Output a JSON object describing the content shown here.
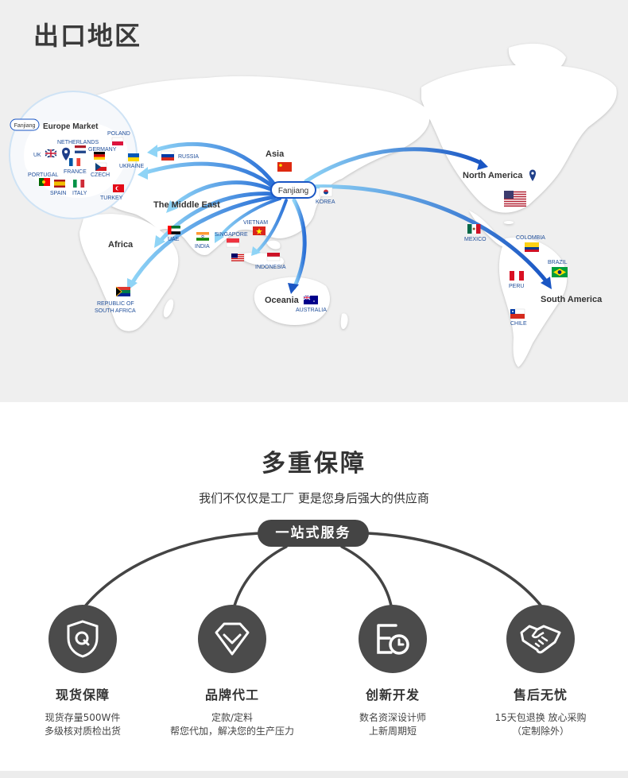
{
  "map": {
    "title": "出口地区",
    "hub": "Fanjiang",
    "europe_hub": "Fanjiang",
    "regions": {
      "europe_market": "Europe Market",
      "asia": "Asia",
      "middle_east": "The Middle East",
      "africa": "Africa",
      "oceania": "Oceania",
      "north_america": "North America",
      "south_america": "South America"
    },
    "countries": {
      "poland": "POLAND",
      "netherlands": "NETHERLANDS",
      "germany": "GERMANY",
      "uk": "UK",
      "ukraine": "UKRAINE",
      "france": "FRANCE",
      "czech": "CZECH",
      "portugal": "PORTUGAL",
      "spain": "SPAIN",
      "italy": "ITALY",
      "turkey": "TURKEY",
      "russia": "RUSSIA",
      "korea": "KOREA",
      "vietnam": "VIETNAM",
      "singapore": "SINGAPORE",
      "uae": "UAE",
      "india": "INDIA",
      "indonesia": "INDONESIA",
      "australia": "AUSTRALIA",
      "south_africa_1": "REPUBLIC OF",
      "south_africa_2": "SOUTH AFRICA",
      "mexico": "MEXICO",
      "colombia": "COLOMBIA",
      "brazil": "BRAZIL",
      "peru": "PERU",
      "chile": "CHILE"
    },
    "colors": {
      "arrow_dark": "#1a56c4",
      "arrow_light": "#58b9ee",
      "land": "#ffffff",
      "ocean": "#efefef"
    }
  },
  "services": {
    "title": "多重保障",
    "subtitle": "我们不仅仅是工厂 更是您身后强大的供应商",
    "pill": "一站式服务",
    "items": [
      {
        "icon": "shield-q-icon",
        "title": "现货保障",
        "line1": "现货存量500W件",
        "line2": "多级核对质检出货"
      },
      {
        "icon": "diamond-icon",
        "title": "品牌代工",
        "line1": "定款/定料",
        "line2": "帮您代加，解决您的生产压力"
      },
      {
        "icon": "design-clock-icon",
        "title": "创新开发",
        "line1": "数名资深设计师",
        "line2": "上新周期短"
      },
      {
        "icon": "handshake-icon",
        "title": "售后无忧",
        "line1": "15天包退换 放心采购",
        "line2": "（定制除外）"
      }
    ],
    "colors": {
      "circle": "#4b4b4b",
      "pill": "#444444"
    }
  }
}
